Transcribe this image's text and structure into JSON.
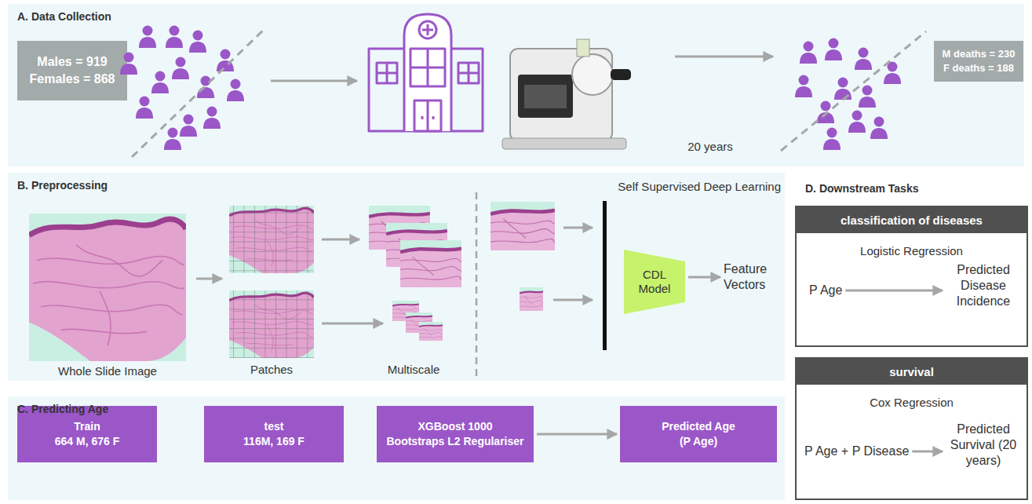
{
  "diagram": {
    "nodes": [
      {
        "text": [
          "A. Data Collection"
        ]
      },
      {
        "text": [
          "Males = 919 Females = 868"
        ],
        "in": 0
      },
      {
        "text": [
          "M deaths = 230 F deaths = 188"
        ],
        "in": 0
      },
      {
        "text": [
          "B. Preprocessing"
        ]
      },
      {
        "text": [
          "CDL Model"
        ],
        "in": 3
      },
      {
        "text": [
          "Feature Vectors"
        ],
        "in": 3
      },
      {
        "text": [
          "C. Predicting Age"
        ]
      },
      {
        "text": [
          "Train",
          "664 M, 676 F"
        ],
        "in": 6
      },
      {
        "text": [
          "test",
          "116M, 169 F"
        ],
        "in": 6
      },
      {
        "text": [
          "XGBoost 1000",
          "Bootstraps L2 Regulariser"
        ],
        "in": 6
      },
      {
        "text": [
          "Predicted Age",
          "(P Age)"
        ],
        "in": 6
      },
      {
        "text": [
          "classification of diseases",
          "Logistic Regression"
        ]
      },
      {
        "text": [
          "P Age"
        ],
        "in": 11
      },
      {
        "text": [
          "Predicted Disease Incidence"
        ],
        "in": 11
      },
      {
        "text": [
          "survival",
          "Cox Regression"
        ]
      },
      {
        "text": [
          "P Age + P Disease"
        ],
        "in": 14
      },
      {
        "text": [
          "Predicted Survival (20 years)"
        ],
        "in": 14
      }
    ],
    "edges": [
      {
        "from": 4,
        "to": 5,
        "arrow": "to"
      },
      {
        "from": 9,
        "to": 10,
        "arrow": "to"
      },
      {
        "from": 12,
        "to": 13,
        "arrow": "to"
      },
      {
        "from": 15,
        "to": 16,
        "arrow": "to"
      }
    ],
    "labels": [
      "20 years",
      "Self Supervised Deep Learning",
      "D. Downstream Tasks",
      "Whole Slide Image",
      "Patches",
      "Multiscale"
    ]
  }
}
